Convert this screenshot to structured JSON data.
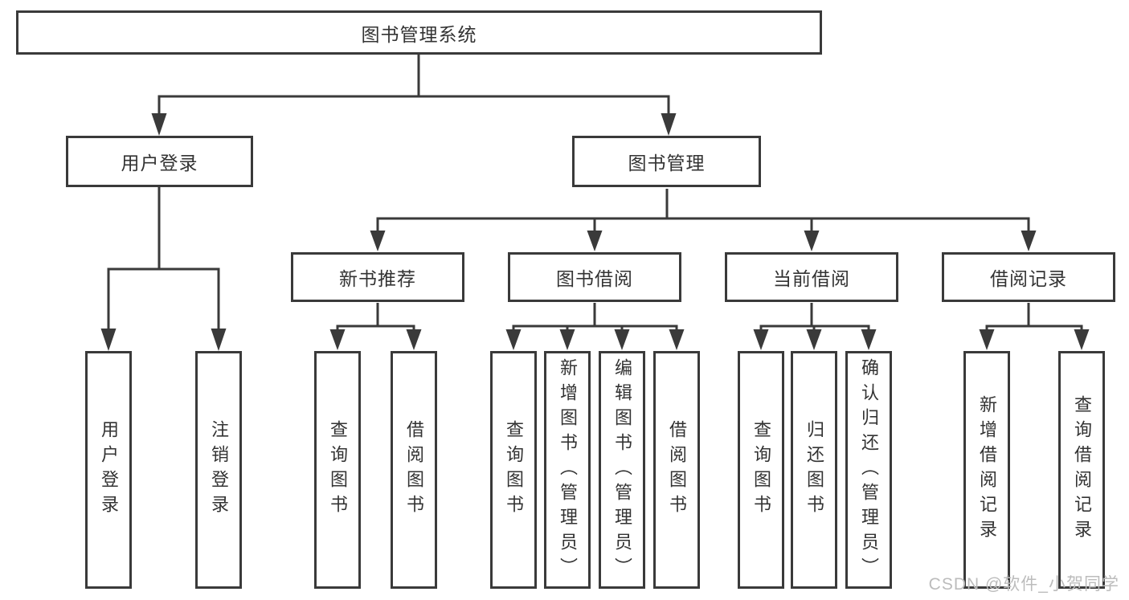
{
  "diagram": {
    "root": "图书管理系统",
    "level2": [
      "用户登录",
      "图书管理"
    ],
    "level3": [
      "新书推荐",
      "图书借阅",
      "当前借阅",
      "借阅记录"
    ],
    "leaves_user_login": [
      "用户登录",
      "注销登录"
    ],
    "leaves_new_book": [
      "查询图书",
      "借阅图书"
    ],
    "leaves_book_borrow": [
      "查询图书",
      "新增图书（管理员）",
      "编辑图书（管理员）",
      "借阅图书"
    ],
    "leaves_current_borrow": [
      "查询图书",
      "归还图书",
      "确认归还（管理员）"
    ],
    "leaves_borrow_record": [
      "新增借阅记录",
      "查询借阅记录"
    ],
    "watermark": "CSDN @软件_小贺同学"
  },
  "colors": {
    "line": "#3a3a3a",
    "text": "#333333",
    "watermark": "#bcbcbc",
    "background": "#ffffff"
  }
}
